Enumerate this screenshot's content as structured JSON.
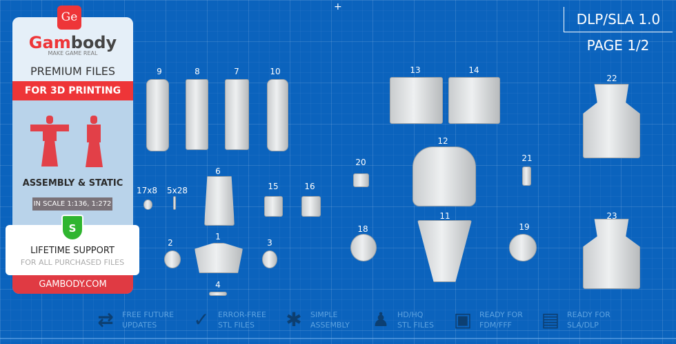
{
  "sidebar": {
    "logo_mark": "Ge",
    "brand_red": "Gam",
    "brand_gray": "body",
    "tagline": "MAKE GAME REAL",
    "premium": "PREMIUM FILES",
    "for_printing": "FOR 3D PRINTING",
    "assembly": "ASSEMBLY & STATIC",
    "scale": "IN SCALE 1:136, 1:272",
    "shield_letter": "S",
    "support": "LIFETIME SUPPORT",
    "support_sub": "FOR ALL PURCHASED FILES",
    "site": "GAMBODY.COM"
  },
  "header": {
    "version": "DLP/SLA 1.0",
    "page": "PAGE 1/2"
  },
  "parts": {
    "p9": "9",
    "p8": "8",
    "p7": "7",
    "p10": "10",
    "p13": "13",
    "p14": "14",
    "p22": "22",
    "p12": "12",
    "p20": "20",
    "p21": "21",
    "p17": "17x8",
    "p5": "5x28",
    "p6": "6",
    "p15": "15",
    "p16": "16",
    "p18": "18",
    "p11": "11",
    "p19": "19",
    "p23": "23",
    "p2": "2",
    "p1": "1",
    "p3": "3",
    "p4": "4"
  },
  "features": [
    {
      "icon": "refresh-icon",
      "l1": "FREE FUTURE",
      "l2": "UPDATES"
    },
    {
      "icon": "file-check-icon",
      "l1": "ERROR-FREE",
      "l2": "STL FILES"
    },
    {
      "icon": "puzzle-icon",
      "l1": "SIMPLE",
      "l2": "ASSEMBLY"
    },
    {
      "icon": "bust-icon",
      "l1": "HD/HQ",
      "l2": "STL FILES"
    },
    {
      "icon": "fdm-printer-icon",
      "l1": "READY FOR",
      "l2": "FDM/FFF"
    },
    {
      "icon": "sla-printer-icon",
      "l1": "READY FOR",
      "l2": "SLA/DLP"
    }
  ],
  "colors": {
    "background": "#0b63bd",
    "accent": "#ee3538"
  }
}
